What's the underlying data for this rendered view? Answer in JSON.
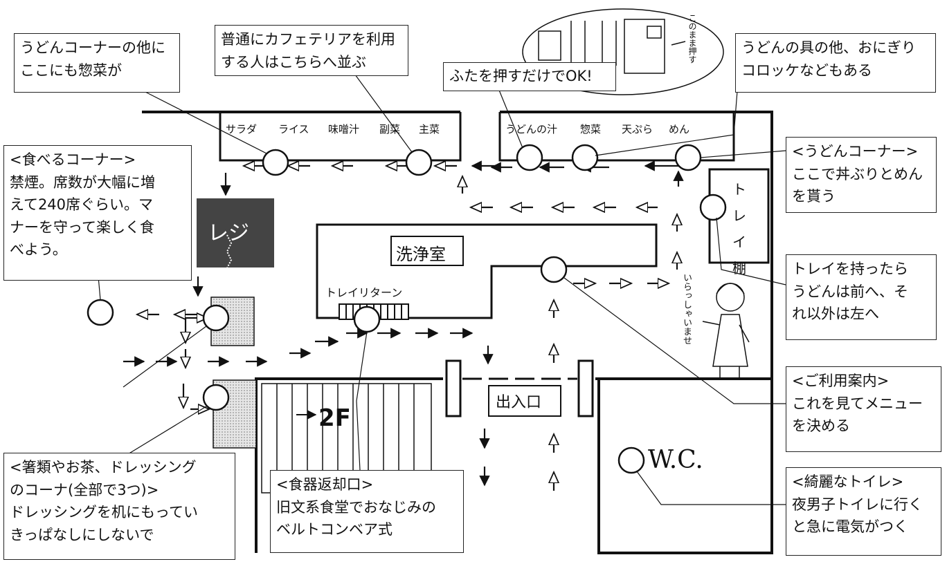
{
  "callouts": {
    "udon_side": [
      "うどんコーナーの他に",
      "ここにも惣菜が"
    ],
    "cafeteria_queue": [
      "普通にカフェテリアを利用",
      "する人はこちらへ並ぶ"
    ],
    "push_lid": "ふたを押すだけでOK!",
    "udon_toppings": [
      "うどんの具の他、おにぎり",
      "コロッケなどもある"
    ],
    "udon_corner": [
      "<うどんコーナー>",
      "ここで丼ぶりとめん",
      "を貰う"
    ],
    "eating_corner": [
      "<食べるコーナー>",
      "禁煙。席数が大幅に増",
      "えて240席ぐらい。マ",
      "ナーを守って楽しく食",
      "べよう。"
    ],
    "tray_guide": [
      "トレイを持ったら",
      "うどんは前へ、そ",
      "れ以外は左へ"
    ],
    "usage_guide": [
      "<ご利用案内>",
      "これを見てメニュー",
      "を決める"
    ],
    "chopsticks": [
      "<箸類やお茶、ドレッシング",
      "のコーナ(全部で3つ)>",
      "ドレッシングを机にもってい",
      "きっぱなしにしないで"
    ],
    "dish_return": [
      "<食器返却口>",
      "旧文系食堂でおなじみの",
      "ベルトコンベア式"
    ],
    "toilet": [
      "<綺麗なトイレ>",
      "夜男子トイレに行く",
      "と急に電気がつく"
    ]
  },
  "counter_items": {
    "left": [
      "サラダ",
      "ライス",
      "味噌汁",
      "副菜",
      "主菜"
    ],
    "right": [
      "うどんの汁",
      "惣菜",
      "天ぷら",
      "めん"
    ]
  },
  "rooms": {
    "washroom": "洗浄室",
    "tray_return": "トレイリターン",
    "tray_shelf": [
      "ト",
      "レ",
      "イ",
      "棚"
    ],
    "entrance": "出入口",
    "stairs": "2F",
    "wc": "W.C.",
    "register": "レジ"
  },
  "illustration": {
    "speech": "いらっしゃいませ",
    "inset_note": "このまま押す"
  },
  "colors": {
    "ink": "#111111",
    "register_bg": "#444444",
    "dotted_fill": "#d8d8d8"
  }
}
